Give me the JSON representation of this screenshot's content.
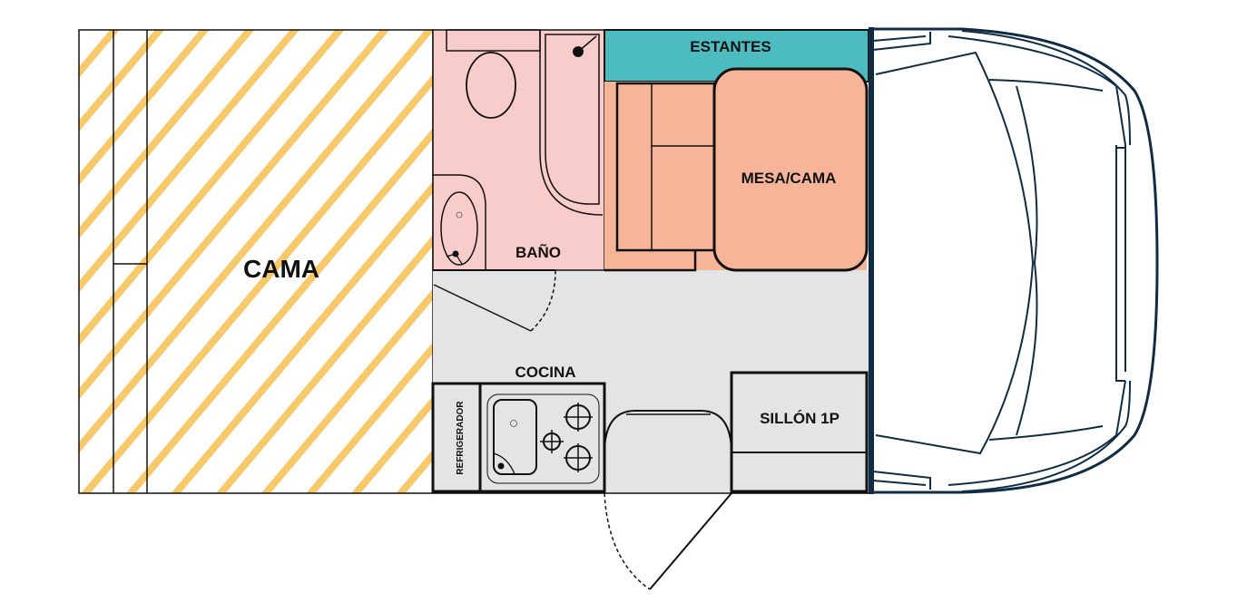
{
  "labels": {
    "bed": "CAMA",
    "bathroom": "BAÑO",
    "shelves": "ESTANTES",
    "table_bed": "MESA/CAMA",
    "kitchen": "COCINA",
    "fridge": "REFRIGERADOR",
    "armchair": "SILLÓN 1P"
  },
  "colors": {
    "bed_stripes": "#F7C96A",
    "bathroom": "#F8CCCB",
    "shelves": "#4DBCC1",
    "dinette": "#F6B598",
    "floor": "#E4E4E4",
    "cab_outline": "#0F2C44"
  }
}
